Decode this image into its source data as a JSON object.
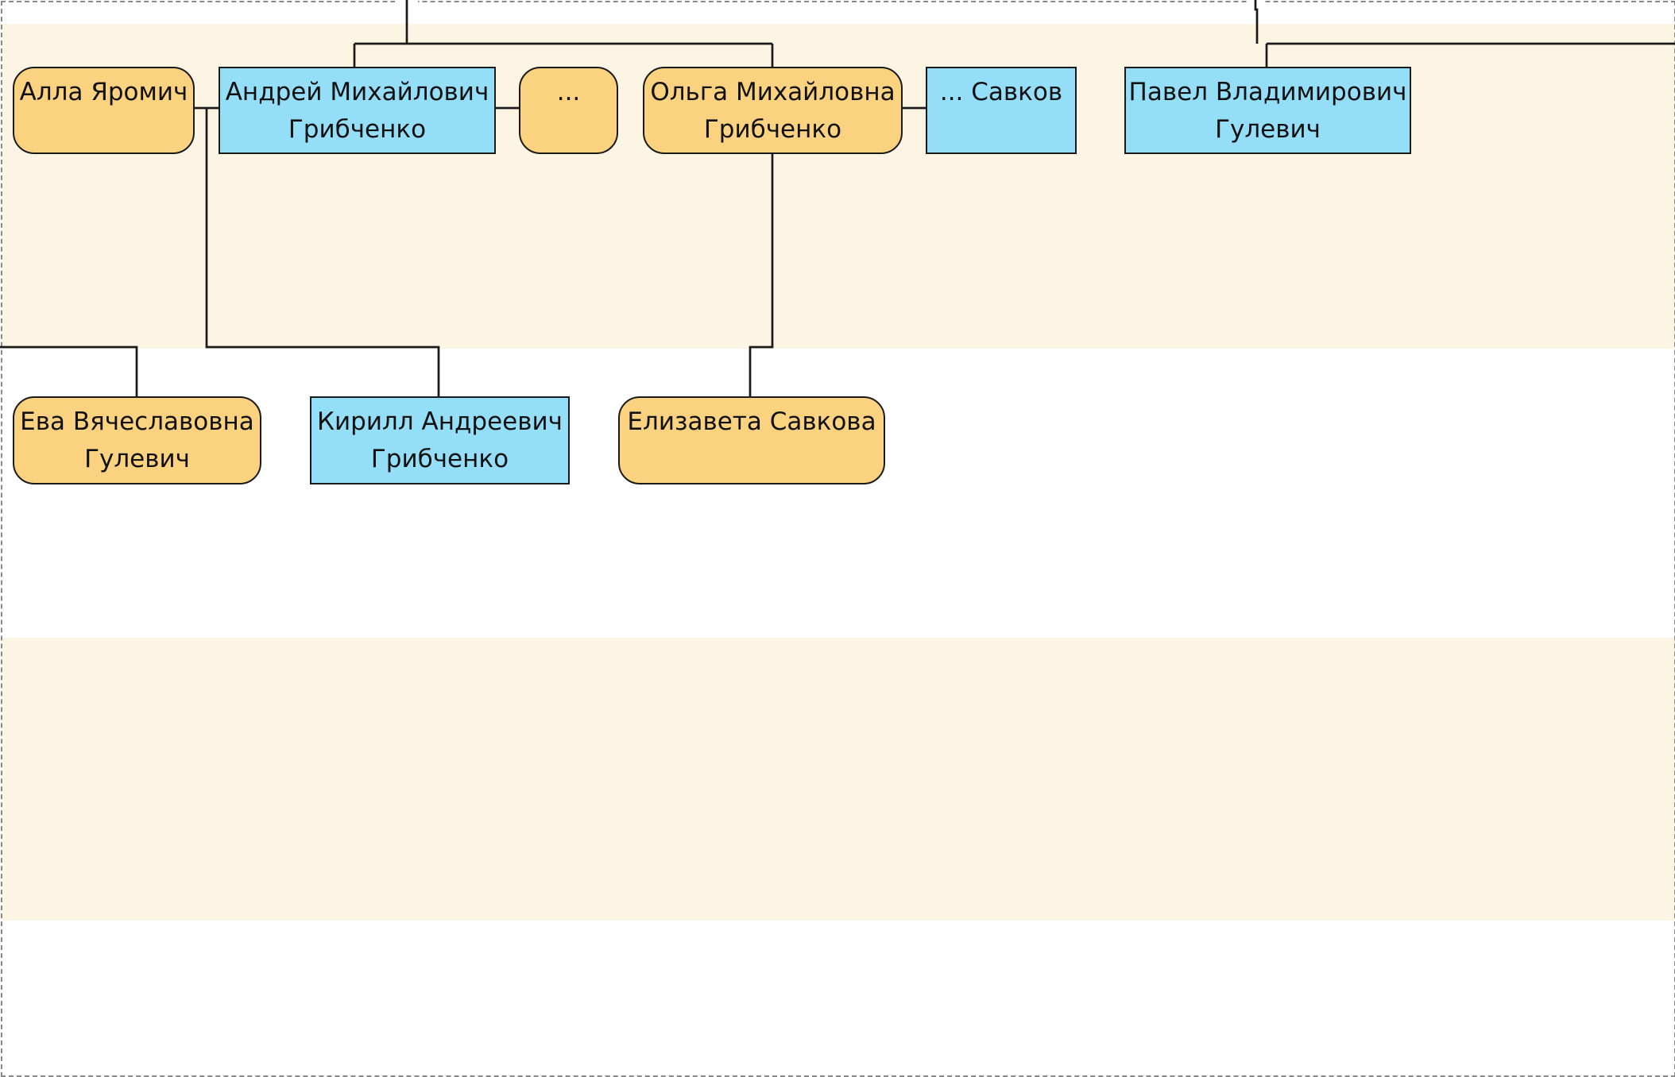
{
  "colors": {
    "female_fill": "#fbd27f",
    "male_fill": "#95def8",
    "band_fill": "#fdf5e4",
    "connector": "#1a1a1a",
    "page_border": "#8a8a8a"
  },
  "people": {
    "alla": {
      "first": "Алла Яромич",
      "last": "",
      "sex": "female"
    },
    "andrey": {
      "first": "Андрей Михайлович",
      "last": "Грибченко",
      "sex": "male"
    },
    "unknown_f": {
      "first": "...",
      "last": "",
      "sex": "female"
    },
    "olga": {
      "first": "Ольга Михайловна",
      "last": "Грибченко",
      "sex": "female"
    },
    "savkov": {
      "first": "... Савков",
      "last": "",
      "sex": "male"
    },
    "pavel": {
      "first": "Павел Владимирович",
      "last": "Гулевич",
      "sex": "male"
    },
    "eva": {
      "first": "Ева Вячеславовна",
      "last": "Гулевич",
      "sex": "female"
    },
    "kirill": {
      "first": "Кирилл Андреевич",
      "last": "Грибченко",
      "sex": "male"
    },
    "elizaveta": {
      "first": "Елизавета Савкова",
      "last": "",
      "sex": "female"
    }
  }
}
